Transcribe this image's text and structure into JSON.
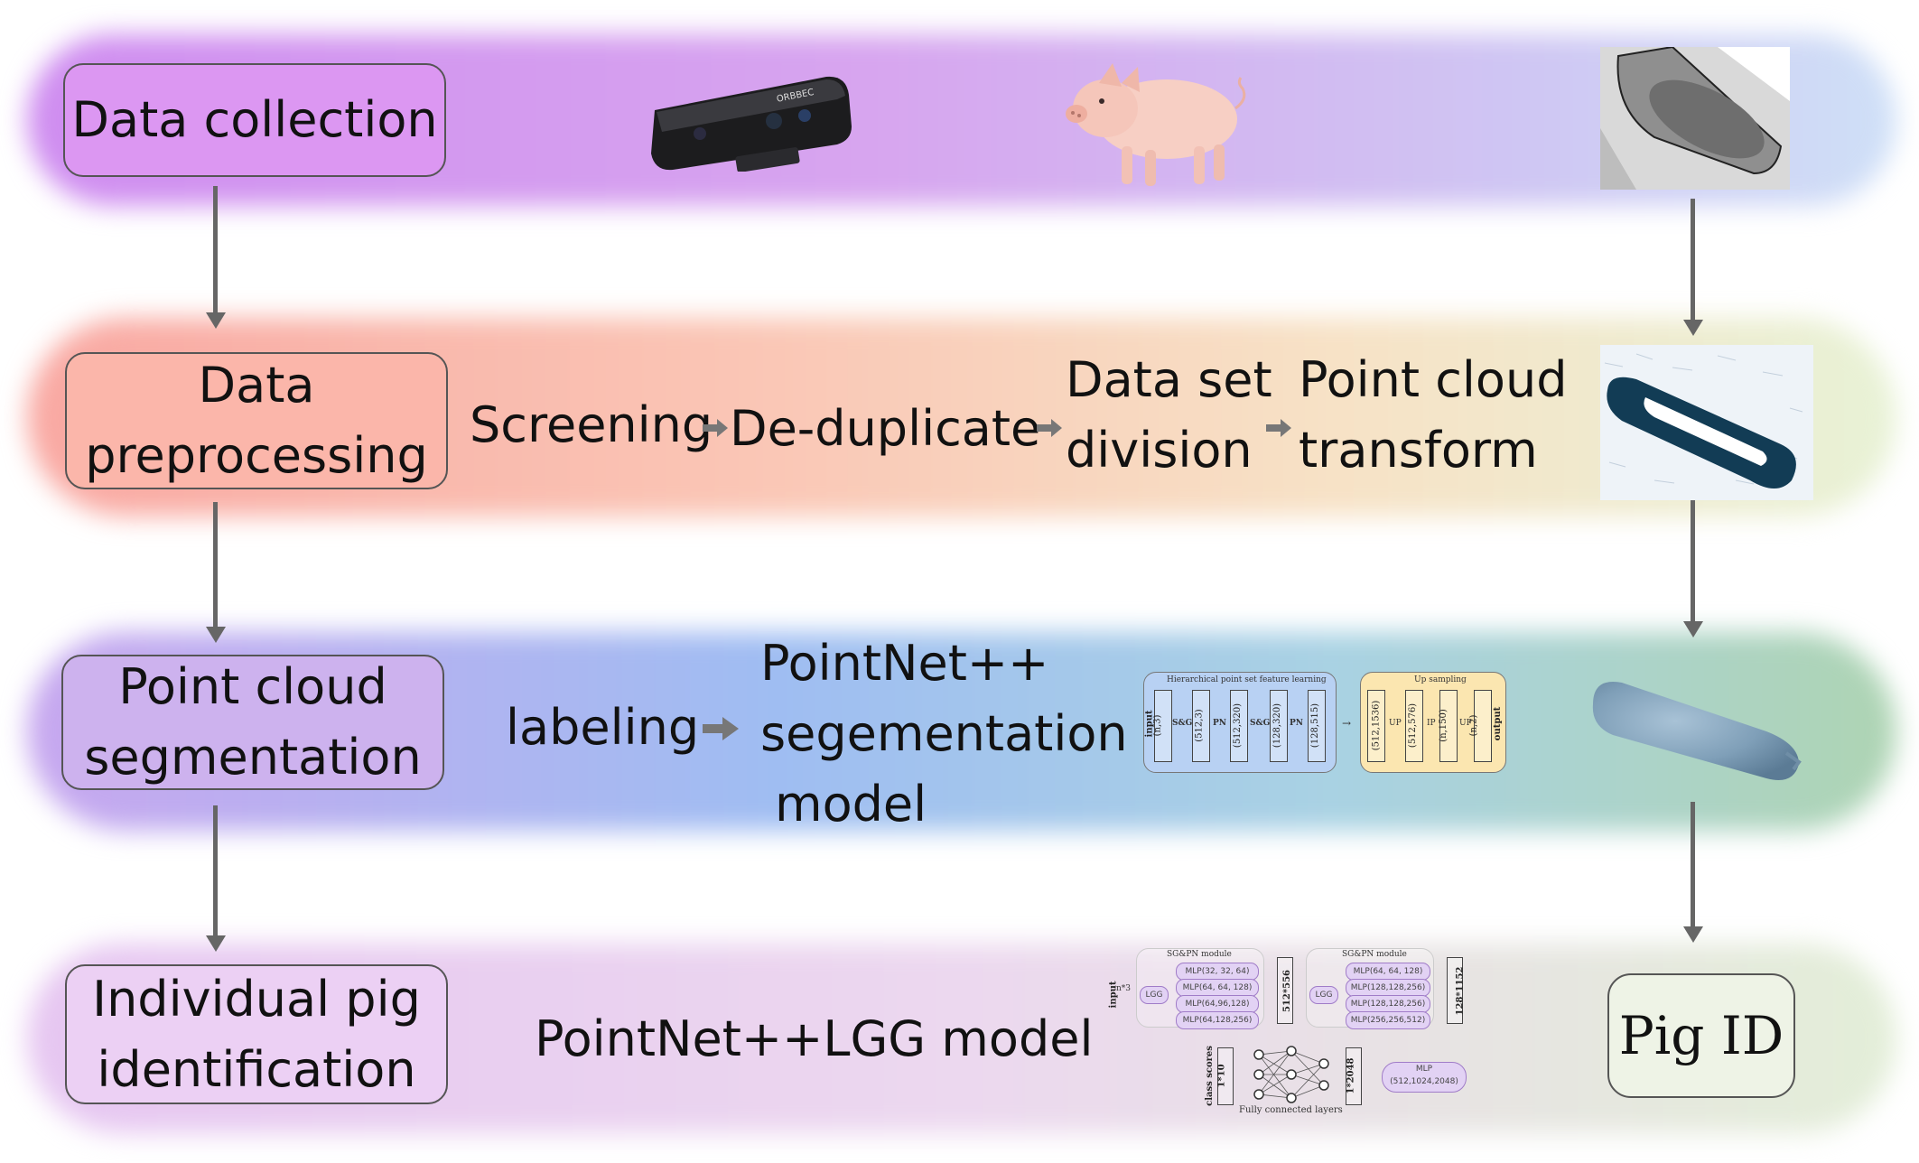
{
  "stages": {
    "data_collection": "Data collection",
    "data_preprocessing": [
      "Data",
      "preprocessing"
    ],
    "point_cloud_segmentation": [
      "Point cloud",
      "segmentation"
    ],
    "individual_pig_identification": [
      "Individual pig",
      "identification"
    ]
  },
  "preprocessing_steps": {
    "screening": "Screening",
    "deduplicate": "De-duplicate",
    "data_set_division": [
      "Data set",
      "division"
    ],
    "point_cloud_transform": [
      "Point cloud",
      "transform"
    ]
  },
  "segmentation_steps": {
    "labeling": "labeling",
    "model": [
      "PointNet++",
      "segementation",
      "model"
    ]
  },
  "identification_steps": {
    "model": "PointNet++LGG model"
  },
  "output": {
    "pig_id": "Pig ID"
  },
  "camera_brand": "ORBBEC",
  "seg_network": {
    "encoder_title": "Hierarchical point set feature learning",
    "decoder_title": "Up sampling",
    "input_label": "input",
    "output_label": "output",
    "sg": "S&G",
    "pn": "PN",
    "up": "UP",
    "ip": "IP",
    "encoder_dims": [
      "(n,3)",
      "(512,3)",
      "(512,320)",
      "(128,320)",
      "(128,515)"
    ],
    "decoder_dims": [
      "(512,1536)",
      "(512,576)",
      "(n,150)",
      "(n,2)"
    ]
  },
  "lgg_network": {
    "module_label": "SG&PN module",
    "input_label": "input",
    "input_dim": "n*3",
    "lgg": "LGG",
    "mlps_1": [
      "MLP(32, 32, 64)",
      "MLP(64, 64, 128)",
      "MLP(64,96,128)",
      "MLP(64,128,256)"
    ],
    "mlps_2": [
      "MLP(64, 64, 128)",
      "MLP(128,128,256)",
      "MLP(128,128,256)",
      "MLP(256,256,512)"
    ],
    "dim_1": "512*556",
    "dim_2": "128*1152",
    "mlp_final": "MLP",
    "mlp_final_dims": "(512,1024,2048)",
    "dim_3": "1*2048",
    "fc_label": "Fully connected layers",
    "scores_label": "class scores",
    "scores_dim": "1*10"
  },
  "colors": {
    "band_purple": "#cf8df0",
    "band_orange": "#f9a8a2",
    "band_blue": "#9fbdf2",
    "band_lilac": "#e6c6f1",
    "arrow": "#666666"
  }
}
